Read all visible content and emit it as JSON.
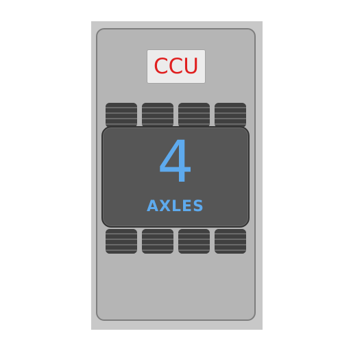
{
  "badge": {
    "label": "CCU",
    "text_color": "#e02020"
  },
  "display": {
    "axle_count": "4",
    "axle_label": "AXLES",
    "text_color": "#5eaaee"
  },
  "tires": {
    "top_row": [
      "tire-1",
      "tire-2",
      "tire-3",
      "tire-4"
    ],
    "bottom_row": [
      "tire-1",
      "tire-2",
      "tire-3",
      "tire-4"
    ]
  },
  "icons": [
    "tire-icon"
  ]
}
